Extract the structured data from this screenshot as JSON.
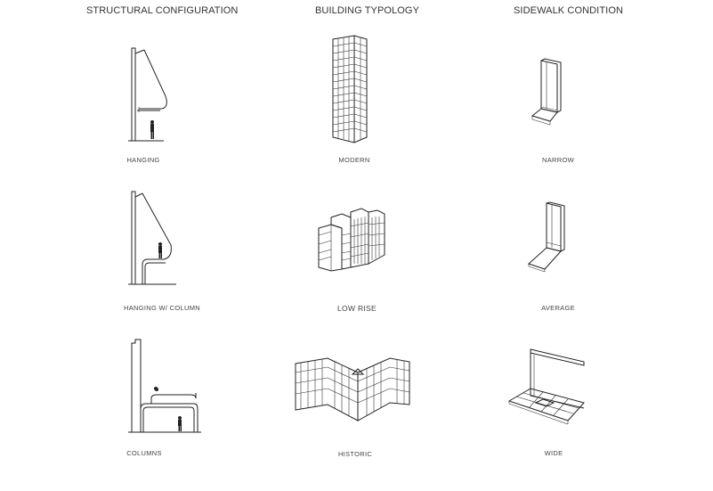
{
  "headers": {
    "structural": "STRUCTURAL CONFIGURATION",
    "typology": "BUILDING TYPOLOGY",
    "sidewalk": "SIDEWALK CONDITION"
  },
  "structural": [
    {
      "label": "HANGING",
      "icon": "hanging-canopy-icon"
    },
    {
      "label": "HANGING W/ COLUMN",
      "icon": "hanging-column-canopy-icon"
    },
    {
      "label": "COLUMNS",
      "icon": "columns-canopy-icon"
    }
  ],
  "typology": [
    {
      "label": "MODERN",
      "icon": "modern-tower-icon"
    },
    {
      "label": "LOW RISE",
      "icon": "low-rise-building-icon"
    },
    {
      "label": "HISTORIC",
      "icon": "historic-building-icon"
    }
  ],
  "sidewalk": [
    {
      "label": "NARROW",
      "icon": "narrow-sidewalk-icon"
    },
    {
      "label": "AVERAGE",
      "icon": "average-sidewalk-icon"
    },
    {
      "label": "WIDE",
      "icon": "wide-sidewalk-icon"
    }
  ]
}
